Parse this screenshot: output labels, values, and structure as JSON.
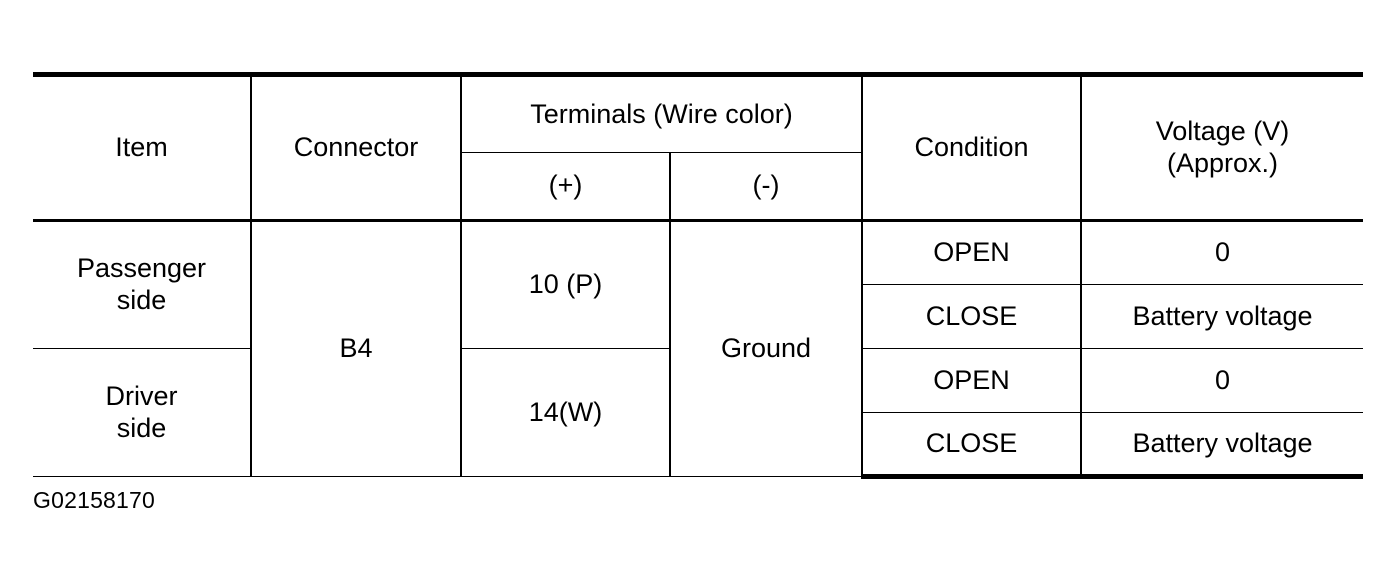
{
  "figure": {
    "caption": "G02158170"
  },
  "table": {
    "headers": {
      "item": "Item",
      "connector": "Connector",
      "terminals": "Terminals (Wire color)",
      "terminal_positive": "(+)",
      "terminal_negative": "(-)",
      "condition": "Condition",
      "voltage": "Voltage (V)\n(Approx.)"
    },
    "groups": [
      {
        "item": "Passenger\nside",
        "connector": "B4",
        "terminal_positive": "10 (P)",
        "terminal_negative": "Ground",
        "rows": [
          {
            "condition": "OPEN",
            "voltage": "0"
          },
          {
            "condition": "CLOSE",
            "voltage": "Battery voltage"
          }
        ]
      },
      {
        "item": "Driver\nside",
        "terminal_positive": "14(W)",
        "rows": [
          {
            "condition": "OPEN",
            "voltage": "0"
          },
          {
            "condition": "CLOSE",
            "voltage": "Battery voltage"
          }
        ]
      }
    ]
  }
}
